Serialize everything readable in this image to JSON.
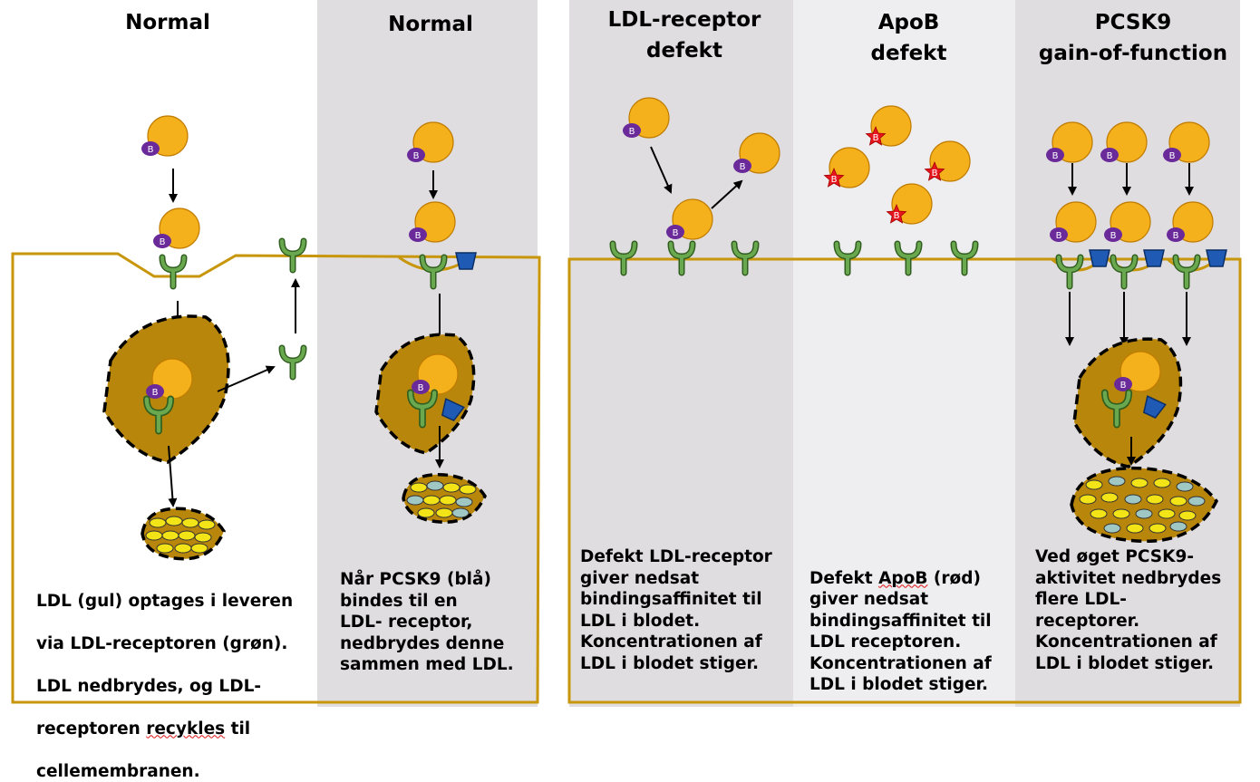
{
  "colors": {
    "panel_white": "#ffffff",
    "panel_gray": "#dfdddf",
    "panel_light": "#eeedef",
    "membrane": "#c8960a",
    "cell_fill": "#b8860b",
    "ldl_yellow": "#f5b11c",
    "apob_purple": "#6a2a9a",
    "apob_defect_red": "#e8141e",
    "receptor_green": "#6aa84f",
    "pcsk9_blue": "#1f5bb4"
  },
  "panels": [
    {
      "title": "Normal",
      "caption_lines": [
        "LDL (gul) optages i leveren",
        "via LDL-receptoren (grøn).",
        "LDL nedbrydes, og LDL-",
        "receptoren ",
        "recykles",
        " til",
        "cellemembranen."
      ]
    },
    {
      "title": "Normal",
      "caption": "Når PCSK9 (blå)\nbindes til en\nLDL- receptor,\nnedbrydes denne\nsammen med LDL."
    },
    {
      "title": "LDL-receptor\ndefekt",
      "caption": "Defekt LDL-receptor\ngiver nedsat\nbindingsaffinitet til\nLDL i blodet.\nKoncentrationen af\nLDL i blodet stiger."
    },
    {
      "title": "ApoB\ndefekt",
      "caption_parts": [
        "Defekt ",
        "ApoB",
        " (rød)\ngiver nedsat\nbindingsaffinitet til\nLDL receptoren.\nKoncentrationen af\nLDL i blodet stiger."
      ]
    },
    {
      "title": "PCSK9\ngain-of-function",
      "caption": "Ved øget PCSK9-\naktivitet nedbrydes\nflere LDL-\nreceptorer.\nKoncentrationen af\nLDL i blodet stiger."
    }
  ],
  "apob_label": "B"
}
